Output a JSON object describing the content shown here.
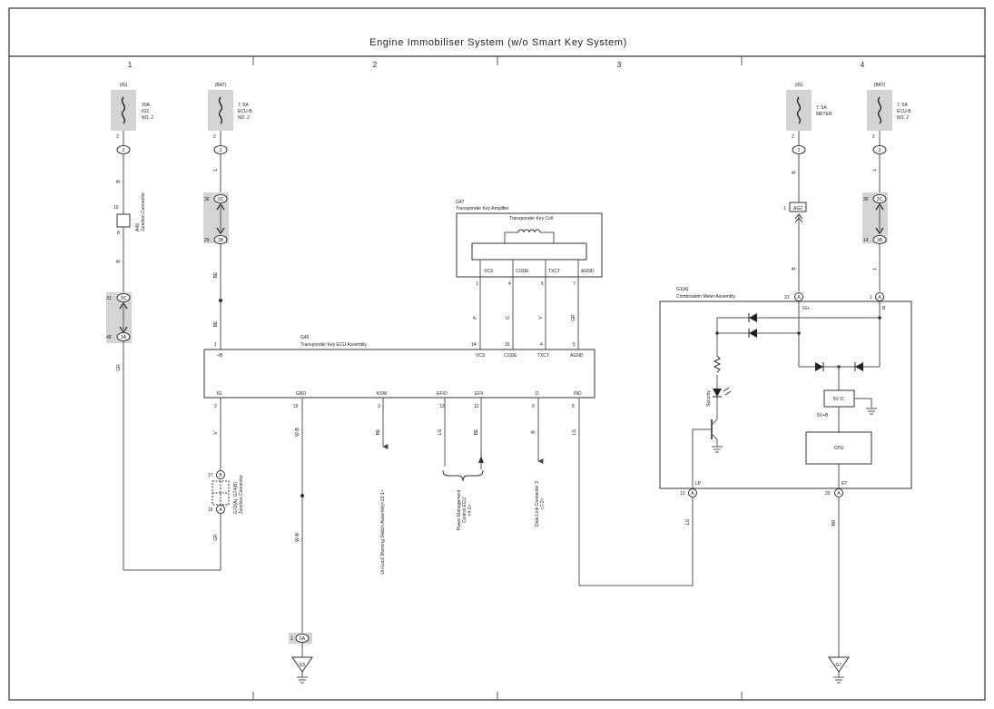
{
  "title": "Engine Immobiliser System (w/o Smart Key System)",
  "columns": [
    "1",
    "2",
    "3",
    "4"
  ],
  "power_sources": [
    {
      "source": "(IG)",
      "fuse": "10A",
      "name_1": "IG2",
      "name_2": "NO. 2",
      "pin": "2",
      "conn": "2"
    },
    {
      "source": "(BAT)",
      "fuse": "7. 5A",
      "name_1": "ECU-B",
      "name_2": "NO. 2",
      "pin": "2",
      "conn": "2"
    },
    {
      "source": "(IG)",
      "fuse": "7. 5A",
      "name_1": "METER",
      "name_2": "",
      "pin": "2",
      "conn": "2"
    },
    {
      "source": "(BAT)",
      "fuse": "7. 5A",
      "name_1": "ECU-B",
      "name_2": "NO. 2",
      "pin": "2",
      "conn": "2"
    }
  ],
  "wires": {
    "c1_a": "B",
    "c1_b": "B",
    "c1_c": "GR",
    "c1_gr": "GR",
    "c2_a": "L",
    "c2_b": "BE",
    "c2_c": "BE",
    "ig_v": "V",
    "gnd_1": "W-B",
    "gnd_2": "W-B",
    "ksw": "BE",
    "efio": "LG",
    "efii": "BE",
    "d": "B",
    "vcs": "P",
    "code": "G",
    "txct": "V",
    "agnd": "GR",
    "ind": "LG",
    "lp": "LG",
    "meter_b1": "B",
    "meter_b2": "B",
    "ecub_l1": "L",
    "ecub_l2": "L",
    "et": "BR"
  },
  "junctions": {
    "a49": {
      "name": "A49",
      "desc": "Junction Connector",
      "pin_top": "10",
      "pin_bot": "8"
    },
    "c1_inline": {
      "top_pin": "31",
      "top_conn": "3C",
      "bot_pin": "48",
      "bot_conn": "3A"
    },
    "c2_inline": {
      "top_pin": "36",
      "top_conn": "3C",
      "bot_pin": "29",
      "bot_conn": "3B"
    },
    "c4_inline": {
      "top_pin": "36",
      "top_conn": "3C",
      "bot_pin": "14",
      "bot_conn": "3B"
    },
    "g73": {
      "name": "G73(A), G74(B)",
      "desc": "Junction Connector",
      "pin_top": "17",
      "conn_top": "B",
      "pin_bot": "16",
      "conn_bot": "A"
    },
    "ag2": {
      "pin": "1",
      "conn": "AG2"
    },
    "g5_conn": {
      "pin": "1",
      "conn": "6A"
    }
  },
  "g46": {
    "id": "G46",
    "name": "Transponder Key ECU Assembly",
    "top_pins": [
      {
        "pin": "1",
        "label": "+B"
      },
      {
        "pin": "14",
        "label": "VCS"
      },
      {
        "pin": "15",
        "label": "CODE"
      },
      {
        "pin": "4",
        "label": "TXCT"
      },
      {
        "pin": "5",
        "label": "AGND"
      }
    ],
    "bottom_pins": [
      {
        "pin": "2",
        "label": "IG"
      },
      {
        "pin": "16",
        "label": "GND"
      },
      {
        "pin": "3",
        "label": "KSW"
      },
      {
        "pin": "13",
        "label": "EFIO"
      },
      {
        "pin": "12",
        "label": "EFII"
      },
      {
        "pin": "9",
        "label": "D"
      },
      {
        "pin": "8",
        "label": "IND"
      }
    ]
  },
  "g47": {
    "id": "G47",
    "name": "Transponder Key Amplifier",
    "coil": "Transponder Key Coil",
    "pins": [
      {
        "pin": "1",
        "label": "VCS"
      },
      {
        "pin": "4",
        "label": "CODE"
      },
      {
        "pin": "5",
        "label": "TXCT"
      },
      {
        "pin": "7",
        "label": "AGND"
      }
    ]
  },
  "g1": {
    "id": "G1(A)",
    "name": "Combination Meter Assembly",
    "ig_pin": "21",
    "ig_conn": "A",
    "ig_label": "IG+",
    "b_pin": "1",
    "b_conn": "A",
    "b_label": "B",
    "lp_pin": "13",
    "lp_conn": "A",
    "lp_label": "LP",
    "et_pin": "20",
    "et_conn": "A",
    "et_label": "ET",
    "ic": "5V IC",
    "vb": "5V+B",
    "cpu": "CPU",
    "led": "Security"
  },
  "destinations": {
    "ksw": "Un-Lock Warning Switch Assembly<13-1>",
    "pm_1": "Power Management",
    "pm_2": "Control ECU",
    "pm_3": "<4-2>",
    "dlc_1": "Data Link Connector 3",
    "dlc_2": "<7-2>"
  },
  "grounds": {
    "g5": "G5",
    "g7": "G7"
  }
}
